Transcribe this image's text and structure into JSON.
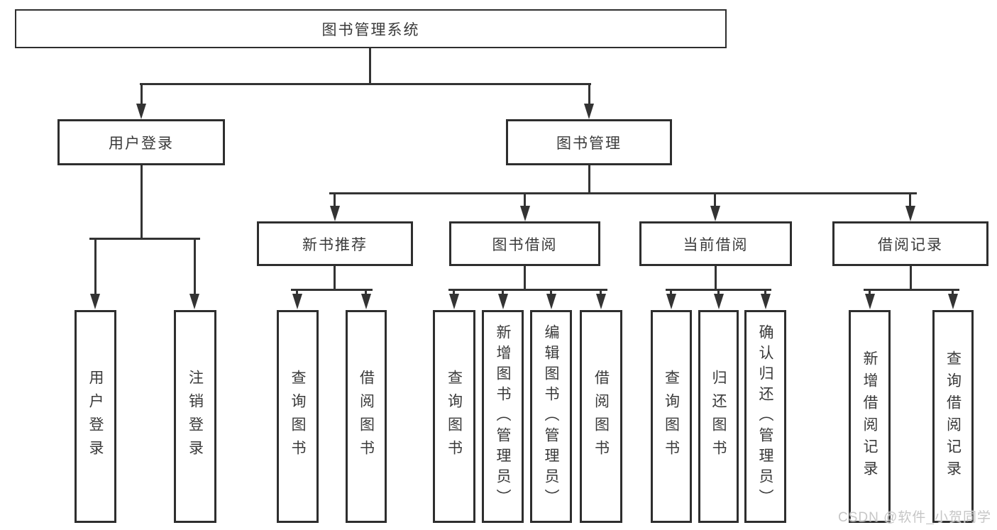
{
  "diagram": {
    "root": {
      "label": "图书管理系统"
    },
    "branches": [
      {
        "id": "user-login",
        "label": "用户登录"
      },
      {
        "id": "book-management",
        "label": "图书管理"
      }
    ],
    "modules": [
      {
        "label": "新书推荐"
      },
      {
        "label": "图书借阅"
      },
      {
        "label": "当前借阅"
      },
      {
        "label": "借阅记录"
      }
    ],
    "leaves": [
      {
        "label": "用户登录"
      },
      {
        "label": "注销登录"
      },
      {
        "label": "查询图书"
      },
      {
        "label": "借阅图书"
      },
      {
        "label": "查询图书"
      },
      {
        "label": "新增图书（管理员）"
      },
      {
        "label": "编辑图书（管理员）"
      },
      {
        "label": "借阅图书"
      },
      {
        "label": "查询图书"
      },
      {
        "label": "归还图书"
      },
      {
        "label": "确认归还（管理员）"
      },
      {
        "label": "新增借阅记录"
      },
      {
        "label": "查询借阅记录"
      }
    ]
  },
  "watermark": {
    "text": "CSDN @软件_小贺同学"
  },
  "colors": {
    "line": "#333333",
    "border": "#2e2e2e",
    "text": "#3a3a3a",
    "watermark": "#c6c6c6",
    "bg": "#ffffff"
  }
}
